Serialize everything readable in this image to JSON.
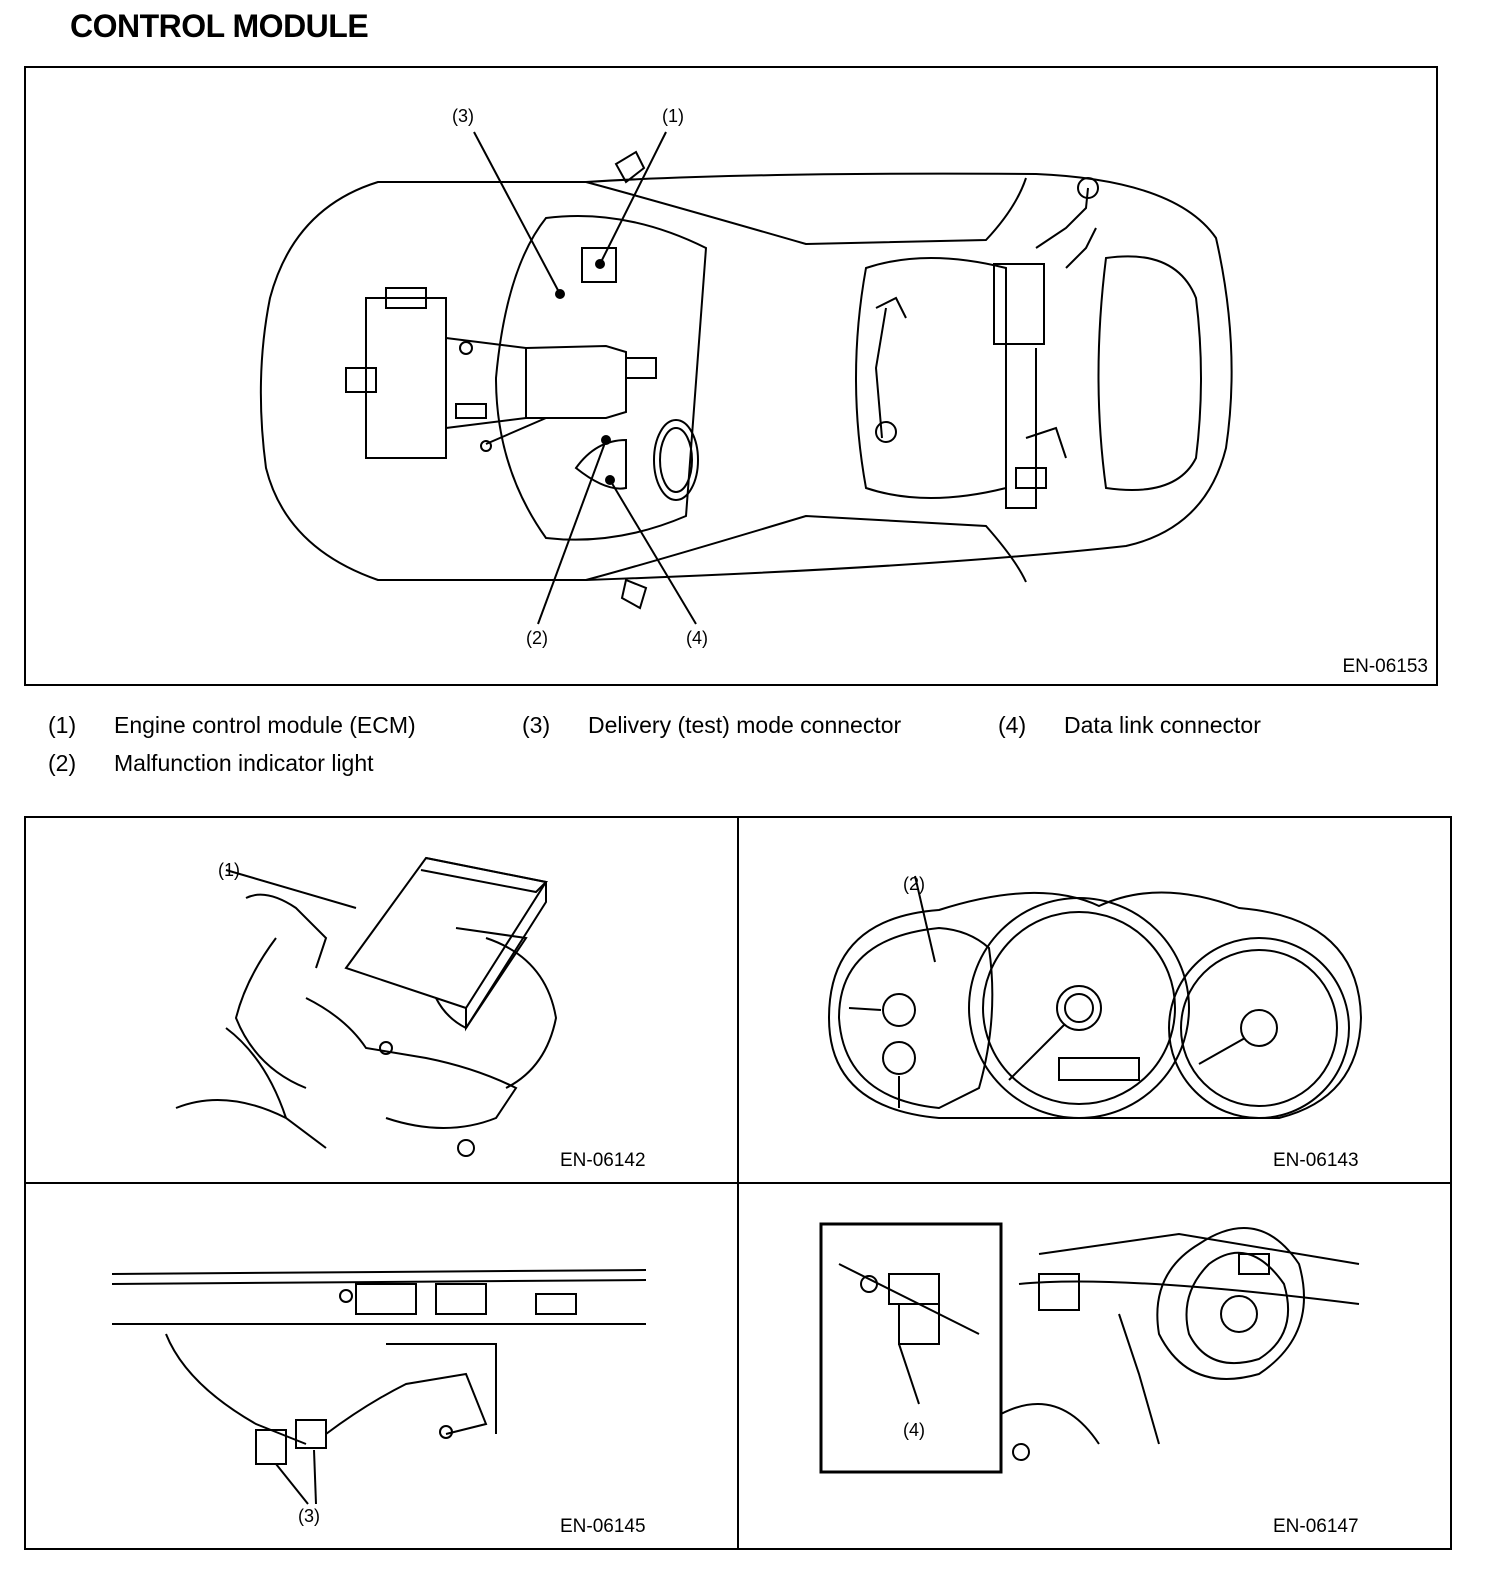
{
  "page": {
    "title": "CONTROL MODULE"
  },
  "main_figure": {
    "code": "EN-06153",
    "callouts": [
      "(1)",
      "(2)",
      "(3)",
      "(4)"
    ]
  },
  "legend": [
    {
      "num": "(1)",
      "text": "Engine control module (ECM)"
    },
    {
      "num": "(3)",
      "text": "Delivery (test) mode connector"
    },
    {
      "num": "(4)",
      "text": "Data link connector"
    },
    {
      "num": "(2)",
      "text": "Malfunction indicator light"
    }
  ],
  "panels": [
    {
      "code": "EN-06142",
      "callout": "(1)"
    },
    {
      "code": "EN-06143",
      "callout": "(2)"
    },
    {
      "code": "EN-06145",
      "callout": "(3)"
    },
    {
      "code": "EN-06147",
      "callout": "(4)"
    }
  ]
}
